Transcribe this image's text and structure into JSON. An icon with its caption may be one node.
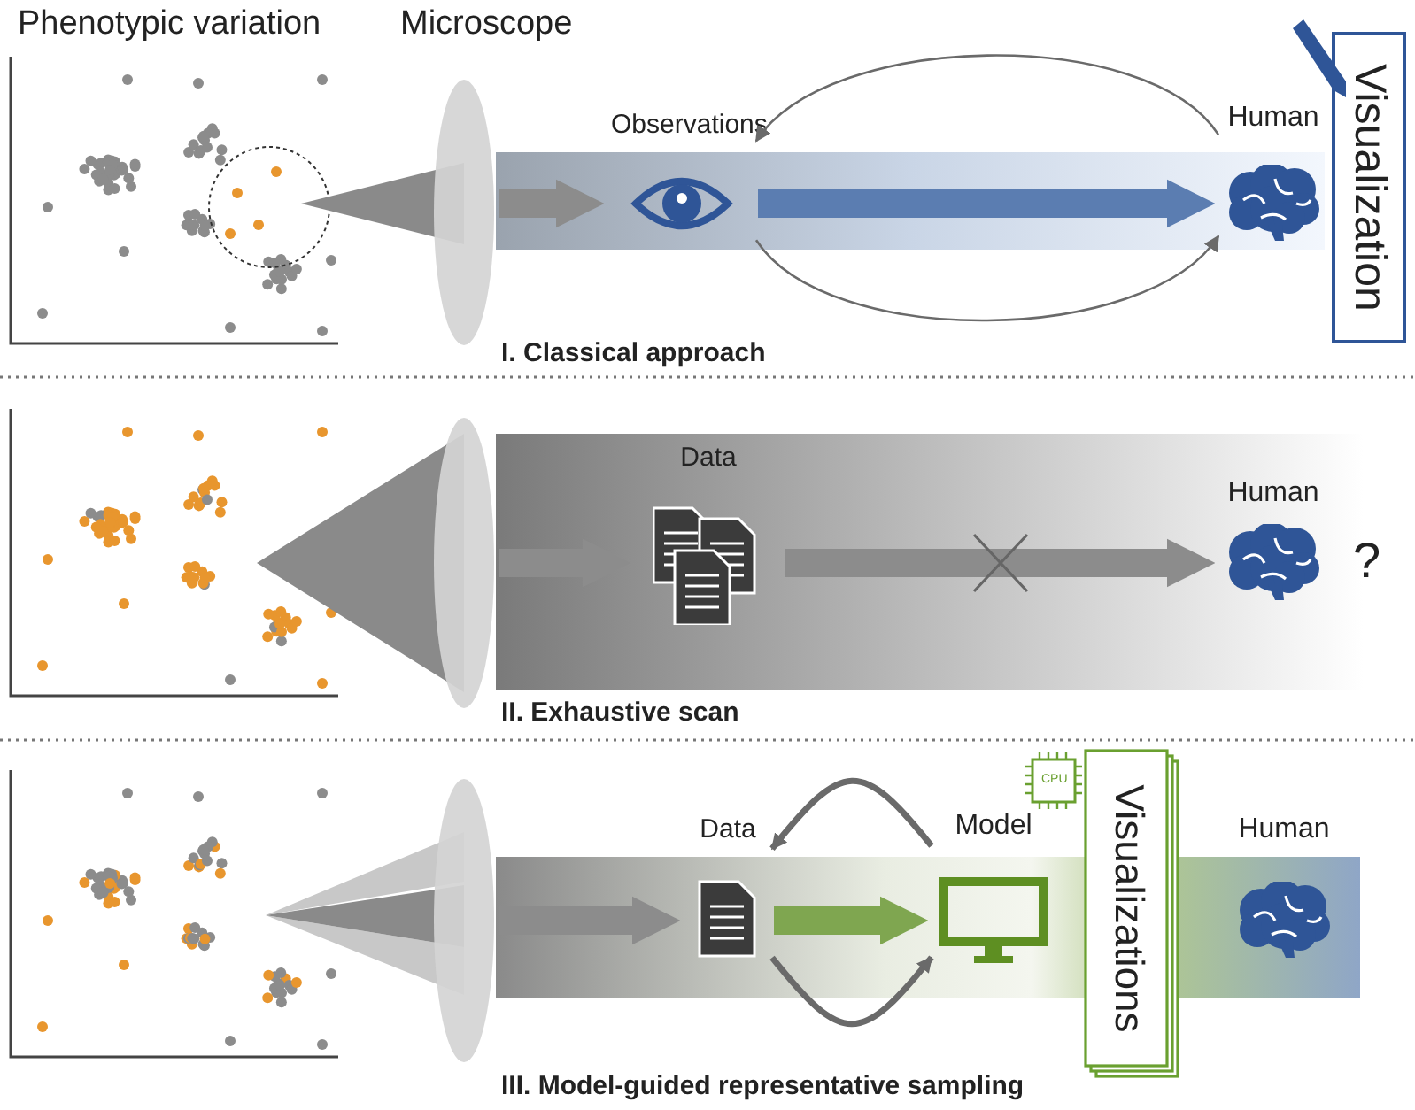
{
  "diagram": {
    "nodes": [
      {
        "text": [],
        "shape": "lens"
      },
      {
        "text": [
          "Observations"
        ]
      },
      {
        "text": [
          "Human"
        ]
      },
      {
        "text": [
          "Visualization"
        ]
      },
      {
        "text": [],
        "shape": "lens"
      },
      {
        "text": [
          "Data"
        ]
      },
      {
        "text": [
          "Human"
        ],
        "beside": [
          "?"
        ]
      },
      {
        "text": [],
        "shape": "lens"
      },
      {
        "text": [
          "Data"
        ]
      },
      {
        "text": [
          "Model"
        ]
      },
      {
        "text": [
          "Visualizations"
        ]
      },
      {
        "text": [
          "Human"
        ]
      }
    ],
    "edges": [
      {
        "from": 0,
        "to": 1,
        "arrow": "to"
      },
      {
        "from": 1,
        "to": 2,
        "arrow": "to",
        "color": "#5b7db1"
      },
      {
        "from": 2,
        "to": 1,
        "arrow": "to"
      },
      {
        "from": 1,
        "to": 2,
        "arrow": "to"
      },
      {
        "from": 4,
        "to": 5,
        "arrow": "to"
      },
      {
        "from": 5,
        "to": 6,
        "arrow": "to"
      },
      {
        "from": 7,
        "to": 8,
        "arrow": "to"
      },
      {
        "from": 8,
        "to": 9,
        "arrow": "to",
        "color": "#7fa650"
      },
      {
        "from": 9,
        "to": 8,
        "arrow": "to"
      },
      {
        "from": 8,
        "to": 9,
        "arrow": "to"
      }
    ],
    "labels": [
      "Phenotypic variation",
      "Microscope",
      "I. Classical approach",
      "II. Exhaustive scan",
      "CPU",
      "III. Model-guided representative sampling"
    ]
  }
}
